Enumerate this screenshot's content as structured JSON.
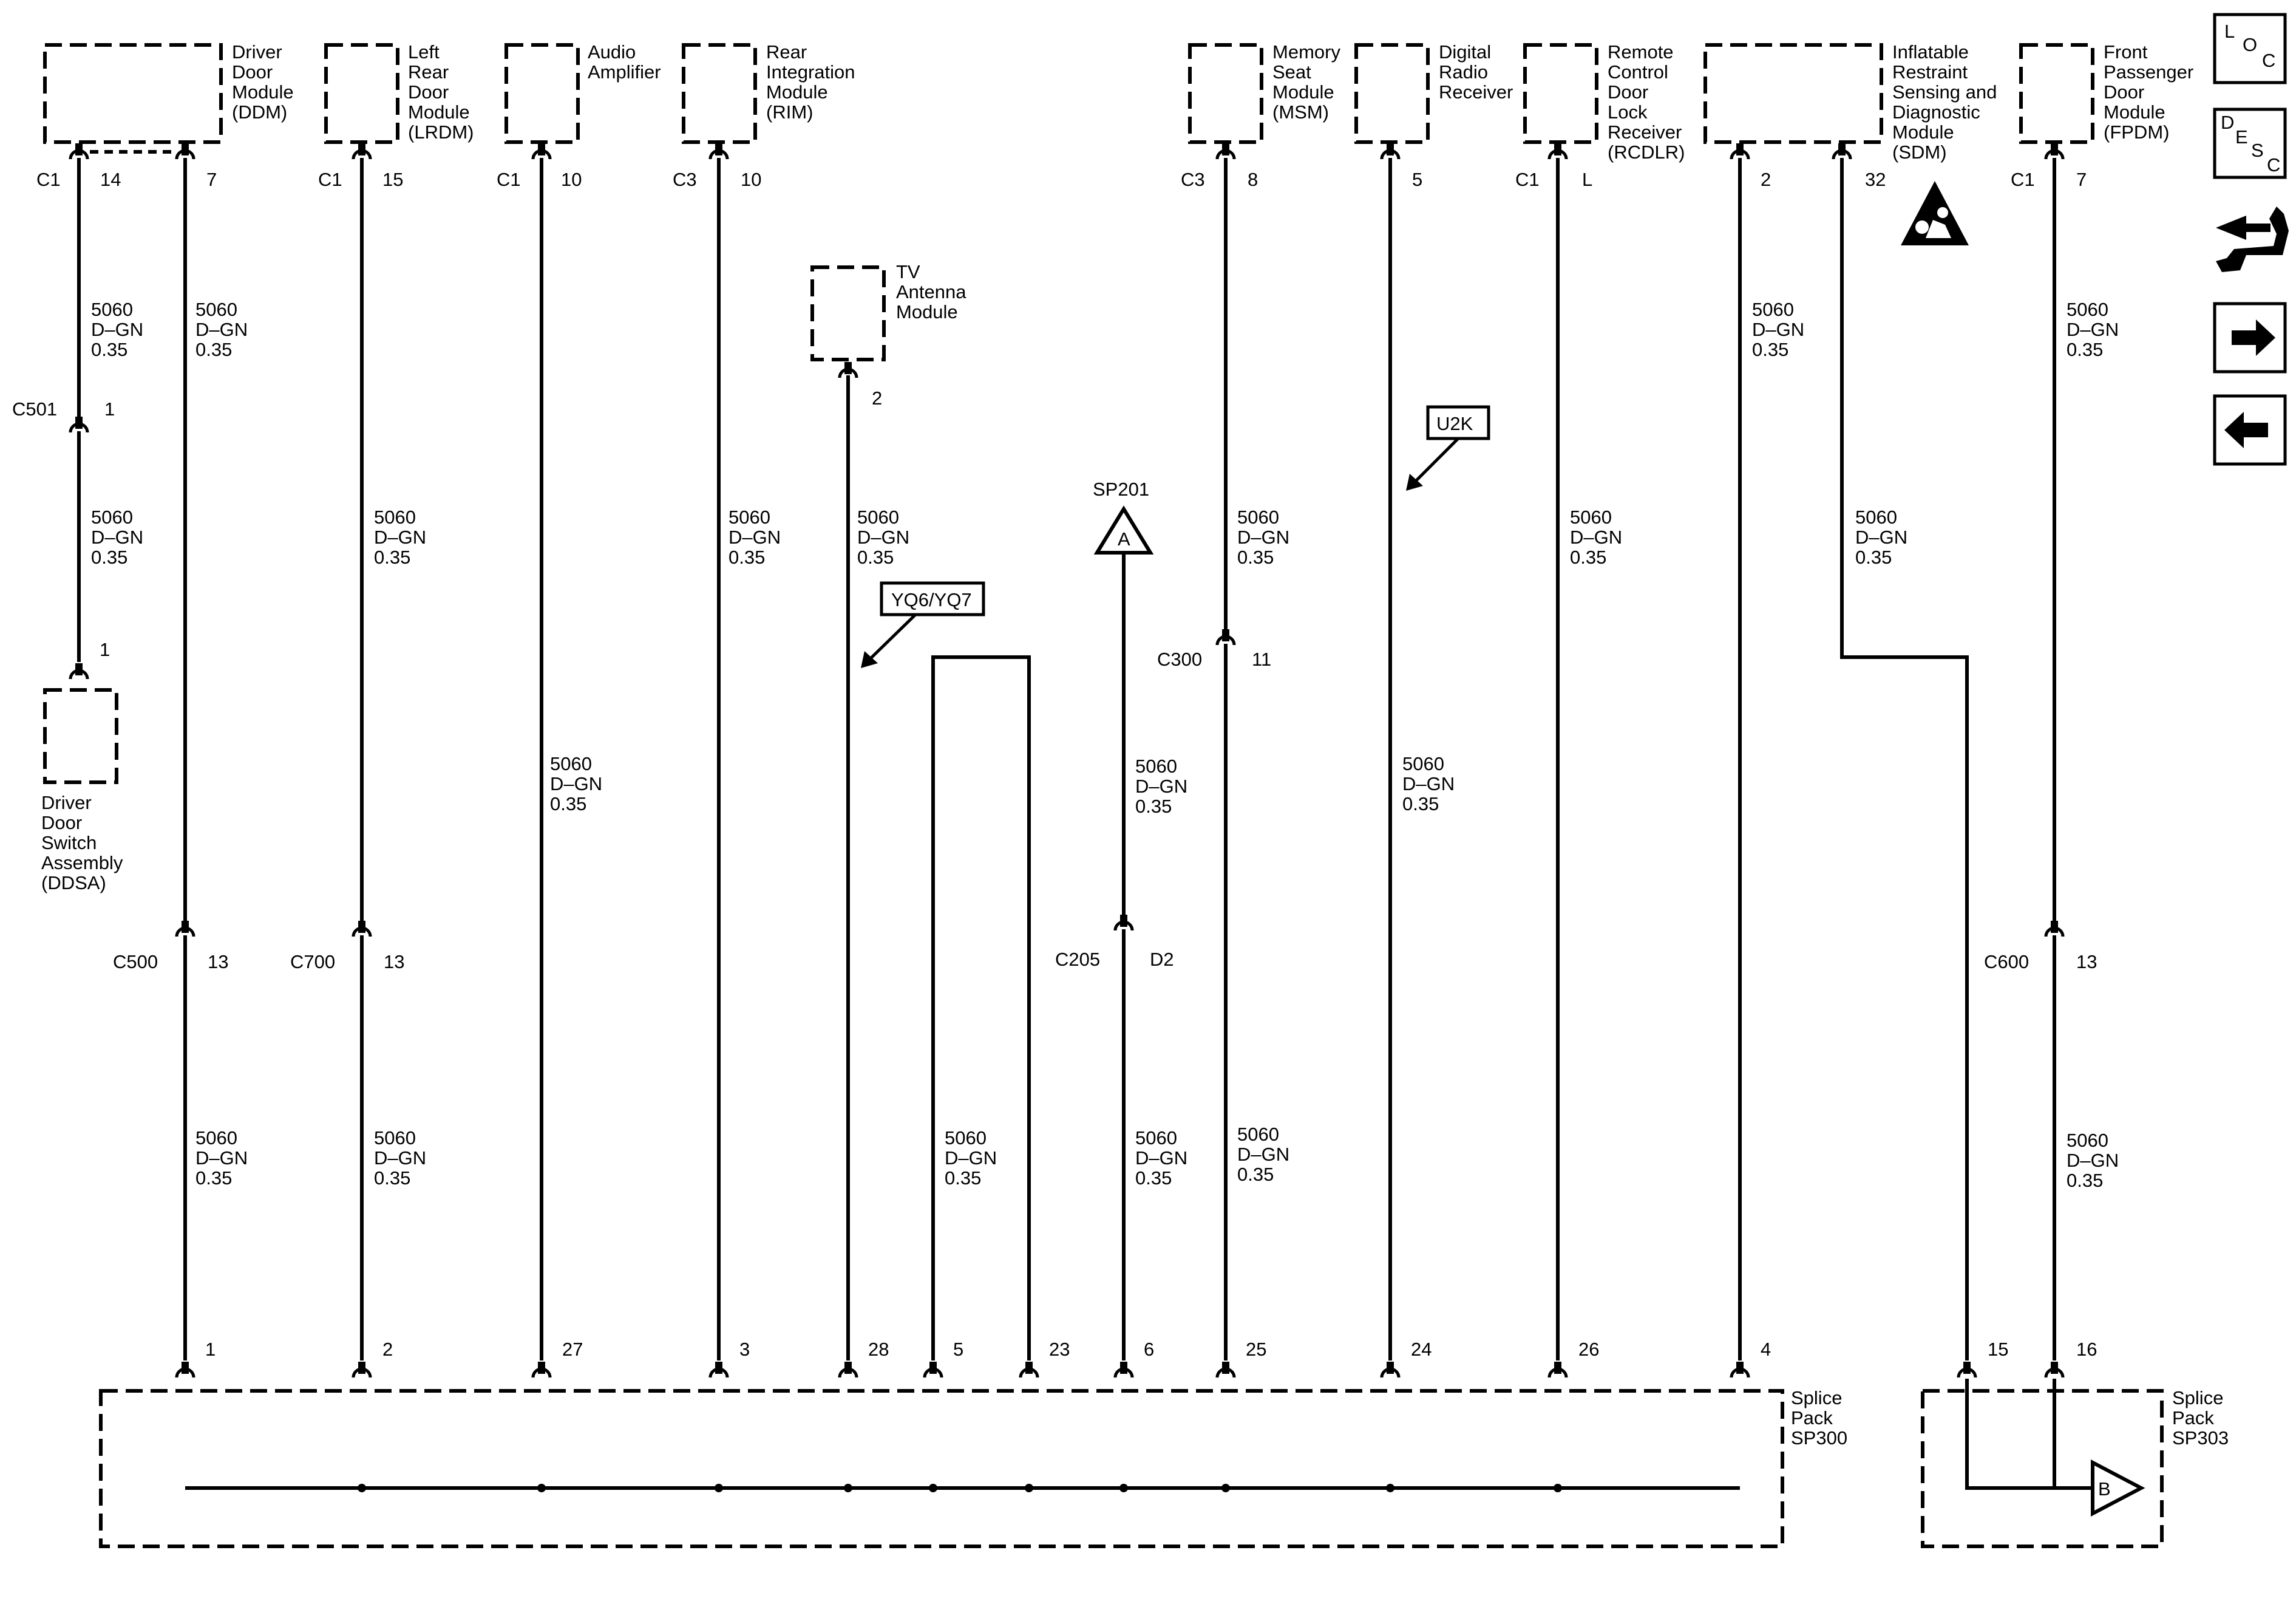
{
  "components": {
    "ddm": [
      "Driver",
      "Door",
      "Module",
      "(DDM)"
    ],
    "lrdm": [
      "Left",
      "Rear",
      "Door",
      "Module",
      "(LRDM)"
    ],
    "amp": [
      "Audio",
      "Amplifier"
    ],
    "rim": [
      "Rear",
      "Integration",
      "Module",
      "(RIM)"
    ],
    "tv": [
      "TV",
      "Antenna",
      "Module"
    ],
    "msm": [
      "Memory",
      "Seat",
      "Module",
      "(MSM)"
    ],
    "radio": [
      "Digital",
      "Radio",
      "Receiver"
    ],
    "rcdlr": [
      "Remote",
      "Control",
      "Door",
      "Lock",
      "Receiver",
      "(RCDLR)"
    ],
    "sdm": [
      "Inflatable",
      "Restraint",
      "Sensing and",
      "Diagnostic",
      "Module",
      "(SDM)"
    ],
    "fpdm": [
      "Front",
      "Passenger",
      "Door",
      "Module",
      "(FPDM)"
    ],
    "ddsa": [
      "Driver",
      "Door",
      "Switch",
      "Assembly",
      "(DDSA)"
    ],
    "sp300": [
      "Splice",
      "Pack",
      "SP300"
    ],
    "sp303": [
      "Splice",
      "Pack",
      "SP303"
    ]
  },
  "connectors": {
    "ddm_c1": "C1",
    "ddm_p14": "14",
    "ddm_p7": "7",
    "lrdm_c1": "C1",
    "lrdm_p15": "15",
    "amp_c1": "C1",
    "amp_p10": "10",
    "rim_c3": "C3",
    "rim_p10": "10",
    "tv_p2": "2",
    "msm_c3": "C3",
    "msm_p8": "8",
    "radio_p5": "5",
    "rcdlr_c1": "C1",
    "rcdlr_pl": "L",
    "sdm_p2": "2",
    "sdm_p32": "32",
    "fpdm_c1": "C1",
    "fpdm_p7": "7",
    "c501": "C501",
    "c501_p1": "1",
    "ddsa_p1": "1",
    "c500": "C500",
    "c500_p13": "13",
    "c700": "C700",
    "c700_p13": "13",
    "c300": "C300",
    "c300_p11": "11",
    "c205": "C205",
    "c205_pd2": "D2",
    "c600": "C600",
    "c600_p13": "13",
    "sp201": "SP201"
  },
  "splice_pins": {
    "p1": "1",
    "p2": "2",
    "p27": "27",
    "p3": "3",
    "p28": "28",
    "p5": "5",
    "p23": "23",
    "p6": "6",
    "p25": "25",
    "p24": "24",
    "p26": "26",
    "p4": "4",
    "p15": "15",
    "p16": "16"
  },
  "wire_label": [
    "5060",
    "D–GN",
    "0.35"
  ],
  "options": {
    "yq6": "YQ6/YQ7",
    "u2k": "U2K"
  },
  "references": {
    "a": "A",
    "b": "B"
  },
  "toolbar": {
    "loc": [
      "L",
      "O",
      "C"
    ],
    "desc": [
      "D",
      "E",
      "S",
      "C"
    ]
  }
}
